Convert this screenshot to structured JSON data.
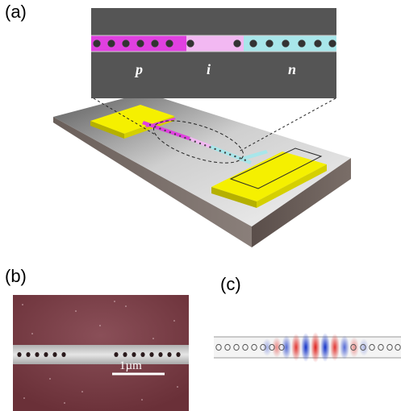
{
  "panels": {
    "a": {
      "label": "(a)"
    },
    "b": {
      "label": "(b)"
    },
    "c": {
      "label": "(c)"
    }
  },
  "inset": {
    "regions": [
      {
        "name": "p",
        "color": "#e040e0"
      },
      {
        "name": "i",
        "color": "#f2b8f2"
      },
      {
        "name": "n",
        "color": "#a8e6ea"
      }
    ]
  },
  "sem": {
    "scale_bar_text": "1µm"
  },
  "colors": {
    "p_doped": "#e040e0",
    "intrinsic": "#f2b8f2",
    "n_doped": "#a8e6ea",
    "contact_pad": "#f5f000",
    "sem_background": "#7a3f48",
    "field_positive": "#e0201a",
    "field_negative": "#1030c8"
  }
}
